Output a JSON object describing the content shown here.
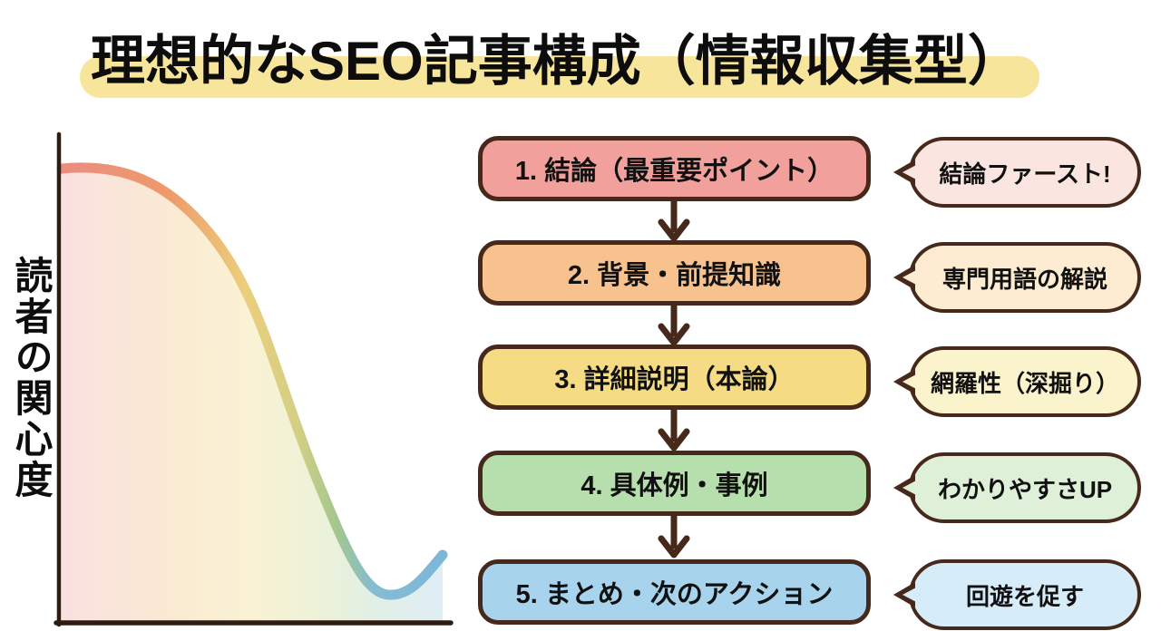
{
  "title": {
    "text": "理想的なSEO記事構成（情報収集型）",
    "highlight_color": "#f8e59c"
  },
  "chart": {
    "y_axis_label": "読者の関心度",
    "axis_color": "#2f1c11",
    "curve_colors": [
      "#e98d80",
      "#ee9a6b",
      "#ecce7c",
      "#d3cf85",
      "#a4c78e",
      "#84bcd3",
      "#7db7d8"
    ],
    "fill_colors": [
      "#f8d8d8",
      "#f9e6c8",
      "#f9efc9",
      "#e7efcf",
      "#dcebdd",
      "#d6e9f5"
    ]
  },
  "chart_data": {
    "type": "line",
    "title": "",
    "xlabel": "",
    "ylabel": "読者の関心度",
    "x": [
      0,
      10,
      20,
      30,
      40,
      50,
      60,
      70,
      80,
      90,
      100
    ],
    "series": [
      {
        "name": "読者の関心度",
        "values": [
          95,
          94,
          91,
          80,
          63,
          45,
          28,
          15,
          8,
          6,
          14
        ]
      }
    ],
    "ylim": [
      0,
      100
    ],
    "grid": false,
    "tick_labels": "none (conceptual curve, axes unlabeled)"
  },
  "flow": {
    "border_color": "#46291b",
    "arrow_color": "#46291b",
    "steps": [
      {
        "label": "1. 結論（最重要ポイント）",
        "box_color": "#f2a09b",
        "bubble_text": "結論ファースト!",
        "bubble_color": "#fbe5e0"
      },
      {
        "label": "2. 背景・前提知識",
        "box_color": "#f7c28d",
        "bubble_text": "専門用語の解説",
        "bubble_color": "#fdebd2"
      },
      {
        "label": "3. 詳細説明（本論）",
        "box_color": "#f5db84",
        "bubble_text": "網羅性（深掘り）",
        "bubble_color": "#fbf3cb"
      },
      {
        "label": "4. 具体例・事例",
        "box_color": "#b7dfad",
        "bubble_text": "わかりやすさUP",
        "bubble_color": "#def0d7"
      },
      {
        "label": "5. まとめ・次のアクション",
        "box_color": "#a7d4ec",
        "bubble_text": "回遊を促す",
        "bubble_color": "#d6ecf8"
      }
    ]
  }
}
